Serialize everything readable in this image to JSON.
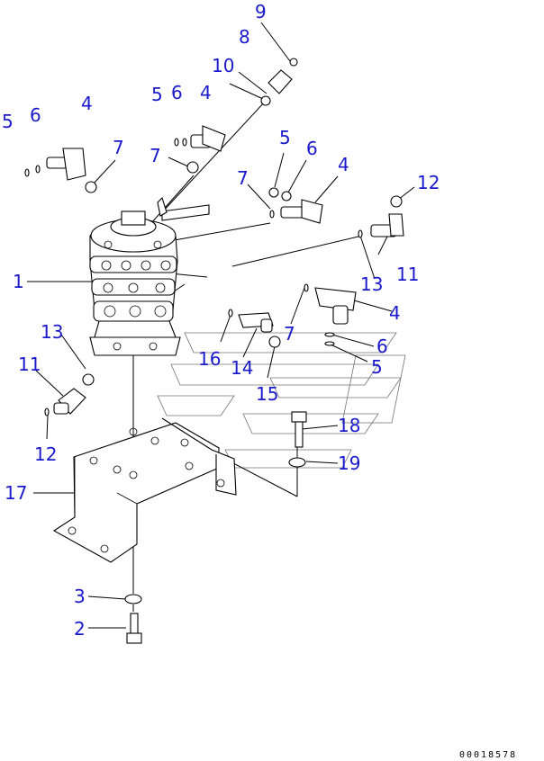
{
  "labels": {
    "l1": "1",
    "l2": "2",
    "l3": "3",
    "l4a": "4",
    "l4b": "4",
    "l4c": "4",
    "l4d": "4",
    "l5a": "5",
    "l5b": "5",
    "l5c": "5",
    "l5d": "5",
    "l6a": "6",
    "l6b": "6",
    "l6c": "6",
    "l6d": "6",
    "l7a": "7",
    "l7b": "7",
    "l7c": "7",
    "l7d": "7",
    "l8": "8",
    "l9": "9",
    "l10": "10",
    "l11a": "11",
    "l11b": "11",
    "l12a": "12",
    "l12b": "12",
    "l13a": "13",
    "l13b": "13",
    "l14": "14",
    "l15": "15",
    "l16": "16",
    "l17": "17",
    "l18": "18",
    "l19": "19"
  },
  "drawing_code": "00018578"
}
